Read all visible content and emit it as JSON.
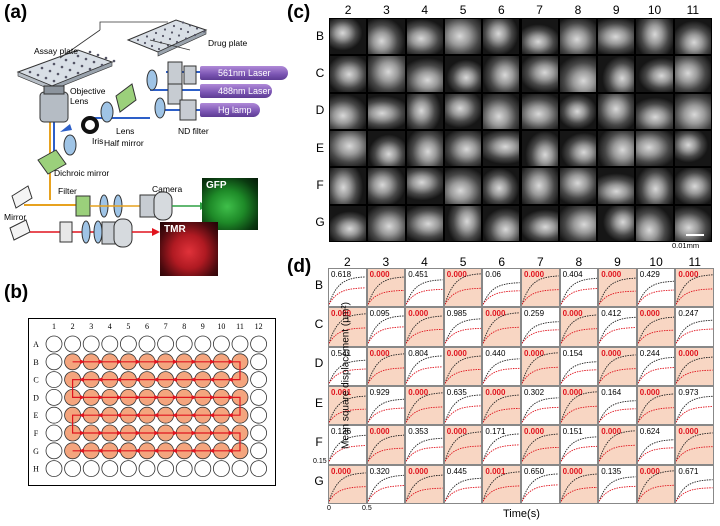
{
  "panels": {
    "a": "(a)",
    "b": "(b)",
    "c": "(c)",
    "d": "(d)"
  },
  "setup": {
    "assay_plate": "Assay plate",
    "drug_plate": "Drug plate",
    "objective_lens": "Objective\nLens",
    "iris": "Iris",
    "lens": "Lens",
    "half_mirror": "Half mirror",
    "nd_filter": "ND filter",
    "dichroic_mirror": "Dichroic mirror",
    "filter": "Filter",
    "camera": "Camera",
    "mirror": "Mirror",
    "laser_561": "561nm Laser",
    "laser_488": "488nm Laser",
    "hg_lamp": "Hg lamp",
    "gfp": "GFP",
    "tmr": "TMR",
    "colors": {
      "gfp": "#1e8a28",
      "tmr": "#b01a22",
      "laser": "#7b55b3",
      "green_arrow": "#2ea043",
      "red_line": "#e0141e"
    }
  },
  "plate": {
    "cols": [
      "1",
      "2",
      "3",
      "4",
      "5",
      "6",
      "7",
      "8",
      "9",
      "10",
      "11",
      "12"
    ],
    "rows": [
      "A",
      "B",
      "C",
      "D",
      "E",
      "F",
      "G",
      "H"
    ],
    "active_rows": [
      "B",
      "C",
      "D",
      "E",
      "F",
      "G"
    ],
    "active_cols": [
      "2",
      "3",
      "4",
      "5",
      "6",
      "7",
      "8",
      "9",
      "10",
      "11"
    ],
    "active_fill": "#f4a57e"
  },
  "grid_c": {
    "cols": [
      "2",
      "3",
      "4",
      "5",
      "6",
      "7",
      "8",
      "9",
      "10",
      "11"
    ],
    "rows": [
      "B",
      "C",
      "D",
      "E",
      "F",
      "G"
    ],
    "scale": "0.01mm"
  },
  "chart_data": {
    "type": "line",
    "ylabel": "Mean square displacement (μm²)",
    "xlabel": "Time(s)",
    "xlim": [
      0,
      0.5
    ],
    "ylim": [
      0,
      0.15
    ],
    "x_ticks": [
      "0",
      "0.5"
    ],
    "y_ticks": [
      "0.15"
    ],
    "cols": [
      "2",
      "3",
      "4",
      "5",
      "6",
      "7",
      "8",
      "9",
      "10",
      "11"
    ],
    "rows": [
      "B",
      "C",
      "D",
      "E",
      "F",
      "G"
    ],
    "p_values": [
      [
        "0.618",
        "0.000",
        "0.451",
        "0.000",
        "0.06",
        "0.000",
        "0.404",
        "0.000",
        "0.429",
        "0.000"
      ],
      [
        "0.000",
        "0.095",
        "0.000",
        "0.985",
        "0.000",
        "0.259",
        "0.000",
        "0.412",
        "0.000",
        "0.247"
      ],
      [
        "0.541",
        "0.000",
        "0.804",
        "0.000",
        "0.440",
        "0.000",
        "0.154",
        "0.000",
        "0.244",
        "0.000"
      ],
      [
        "0.001",
        "0.929",
        "0.000",
        "0.635",
        "0.000",
        "0.302",
        "0.000",
        "0.164",
        "0.000",
        "0.973"
      ],
      [
        "0.126",
        "0.000",
        "0.353",
        "0.000",
        "0.171",
        "0.000",
        "0.151",
        "0.000",
        "0.624",
        "0.000"
      ],
      [
        "0.000",
        "0.320",
        "0.000",
        "0.445",
        "0.001",
        "0.650",
        "0.000",
        "0.135",
        "0.000",
        "0.671"
      ]
    ],
    "series_colors": {
      "control": "#e0141e",
      "drug": "#222222"
    }
  }
}
